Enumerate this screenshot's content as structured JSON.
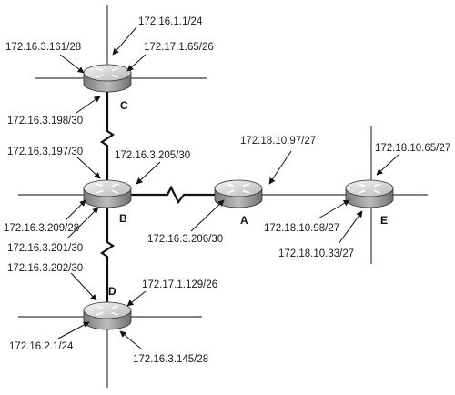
{
  "routers": {
    "C": {
      "name": "C"
    },
    "B": {
      "name": "B"
    },
    "A": {
      "name": "A"
    },
    "D": {
      "name": "D"
    },
    "E": {
      "name": "E"
    }
  },
  "labels": {
    "c_top": "172.16.1.1/24",
    "c_left": "172.16.3.161/28",
    "c_right": "172.17.1.65/26",
    "c_serial": "172.16.3.198/30",
    "b_serial_up": "172.16.3.197/30",
    "b_serial_a": "172.16.3.205/30",
    "b_eth": "172.16.3.209/28",
    "b_serial_down": "172.16.3.201/30",
    "d_serial": "172.16.3.202/30",
    "d_right": "172.17.1.129/26",
    "d_left": "172.16.2.1/24",
    "d_bottom": "172.16.3.145/28",
    "a_serial": "172.16.3.206/30",
    "a_eth": "172.18.10.97/27",
    "e_eth_a": "172.18.10.98/27",
    "e_top": "172.18.10.65/27",
    "e_bottom": "172.18.10.33/27"
  }
}
